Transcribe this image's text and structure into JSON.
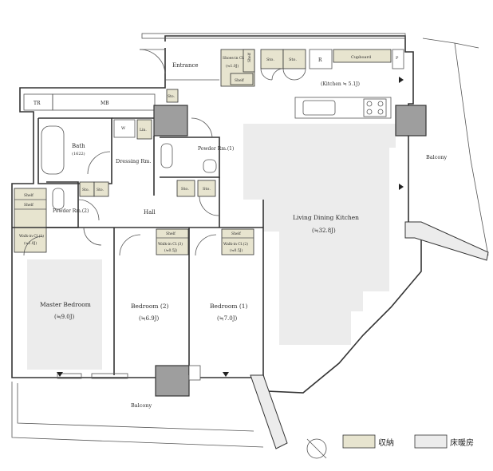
{
  "rooms": {
    "entrance": "Entrance",
    "shoe_in_closet": "Shoes-in Cl.",
    "shoe_in_closet_area": "(≒1.0J)",
    "shelf": "Shelf",
    "sto": "Sto.",
    "refrigerator": "R",
    "cupboard": "Cupboard",
    "pipe_space": "P",
    "kitchen": "(Kitchen ≒ 5.1J)",
    "trunk_room": "TR",
    "meter_box": "MB",
    "washer": "W",
    "linen": "Lin.",
    "bath": "Bath",
    "bath_size": "(1622)",
    "dressing_room": "Dressing Rm.",
    "powder_room_1": "Powder Rm.(1)",
    "powder_room_2": "Powder Rm.(2)",
    "hall": "Hall",
    "walk_in_closet_1": "Walk-in Cl.(1)",
    "walk_in_closet_1_area": "(≒1.0J)",
    "walk_in_closet_3": "Walk-in Cl.(3)",
    "walk_in_closet_3_area": "(≒0.5J)",
    "walk_in_closet_2": "Walk-in Cl.(2)",
    "walk_in_closet_2_area": "(≒0.5J)",
    "ldk": "Living Dining Kitchen",
    "ldk_area": "(≒32.8J)",
    "master_bedroom": "Master Bedroom",
    "master_bedroom_area": "(≒9.0J)",
    "bedroom_2": "Bedroom (2)",
    "bedroom_2_area": "(≒6.9J)",
    "bedroom_1": "Bedroom (1)",
    "bedroom_1_area": "(≒7.0J)",
    "balcony_east": "Balcony",
    "balcony_south": "Balcony"
  },
  "legend": {
    "storage_label": "収納",
    "floor_heating_label": "床暖房",
    "storage_color": "#e7e4cf",
    "floor_heating_color": "#ececec"
  },
  "icons": {
    "compass": "compass-north-icon",
    "window_marker": "triangle-marker-icon"
  }
}
